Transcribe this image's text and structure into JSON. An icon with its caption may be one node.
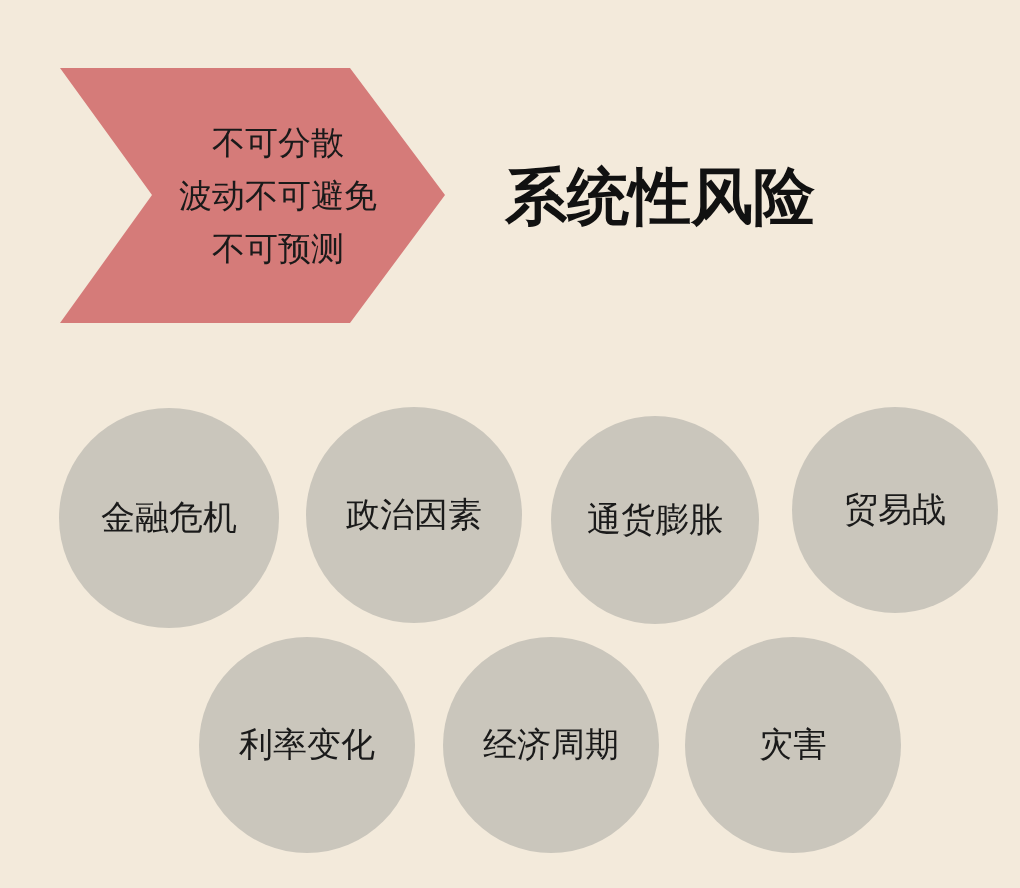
{
  "diagram": {
    "title": "系统性风险",
    "nodes": [
      {
        "text": [
          "不可分散",
          "波动不可避免",
          "不可预测"
        ]
      },
      {
        "text": [
          "金融危机"
        ]
      },
      {
        "text": [
          "政治因素"
        ]
      },
      {
        "text": [
          "通货膨胀"
        ]
      },
      {
        "text": [
          "贸易战"
        ]
      },
      {
        "text": [
          "利率变化"
        ]
      },
      {
        "text": [
          "经济周期"
        ]
      },
      {
        "text": [
          "灾害"
        ]
      }
    ]
  }
}
